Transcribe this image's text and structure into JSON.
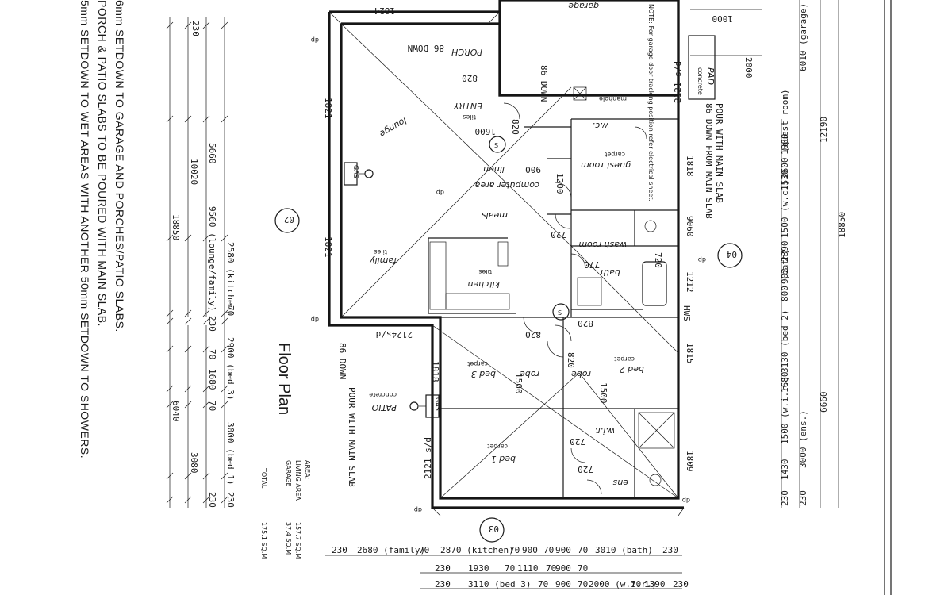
{
  "notes": [
    "6mm SETDOWN TO GARAGE AND PORCHES/PATIO SLABS.",
    "PORCH & PATIO SLABS TO BE POURED WITH MAIN SLAB.",
    "5mm SETDOWN TO WET AREAS WITH ANOTHER 50mm SETDOWN TO SHOWERS."
  ],
  "title": "Floor Plan",
  "area": {
    "heading": "AREA:",
    "living_label": "LIVING AREA",
    "living_value": "157.7 SQ.M",
    "garage_label": "GARAGE",
    "garage_value": "37.4 SQ.M",
    "total_label": "TOTAL",
    "total_value": "175.1 SQ.M"
  },
  "rooms": {
    "family": "family",
    "lounge": "lounge",
    "entry": "ENTRY",
    "porch": "PORCH",
    "meals": "meals",
    "kitchen": "kitchen",
    "computer_area": "computer area",
    "linen": "linen",
    "guest_room": "guest room",
    "wash_room": "wash room",
    "bath": "bath",
    "bed2": "bed 2",
    "bed3": "bed 3",
    "bed1": "bed 1",
    "wir": "w.i.r.",
    "ens": "ens",
    "robe": "robe",
    "patio": "PATIO",
    "pad": "PAD",
    "wc": "w.c.",
    "garage": "garage",
    "tiles": "tiles",
    "carpet": "carpet",
    "concrete": "concrete"
  },
  "labels": {
    "gas_top": "GAS",
    "gas_bottom": "GAS",
    "hws": "HWS",
    "down_86_a": "86 DOWN",
    "down_86_b": "86 DOWN",
    "down_86_c": "86 DOWN",
    "pour_main_1": "POUR WITH MAIN SLAB",
    "pour_main_2": "86 DOWN FROM MAIN SLAB",
    "pour_main_3": "POUR WITH MAIN SLAB",
    "slab_2121": "2121 s/d",
    "slab_2124": "2124s/d",
    "slab_2121b": "2121 s/d",
    "note_garage": "NOTE: For garage door tracking position refer electrical sheet.",
    "manhole": "manhole",
    "dp": "dp",
    "section_02": "02",
    "section_03": "03",
    "section_04": "04"
  },
  "dims_left": [
    "230",
    "5660",
    "9560 (lounge/family)",
    "10020",
    "18850",
    "2580 (kitchen)",
    "70",
    "230",
    "2900 (bed 3)",
    "70",
    "1680",
    "70",
    "6040",
    "3000 (bed 1)",
    "3080",
    "230",
    "230"
  ],
  "dims_right": [
    "1000",
    "2000",
    "6010 (garage)",
    "12190",
    "2600 (guest room)",
    "70",
    "1000",
    "70",
    "1530",
    "70",
    "1500 (w.c.)",
    "2390",
    "800 (bath)",
    "70",
    "902",
    "18850",
    "3130 (bed 2)",
    "70",
    "1680",
    "70",
    "6660",
    "1500 (w.i.r.)",
    "3000 (ens.)",
    "70",
    "1430",
    "230",
    "230"
  ],
  "dims_bottom_row1": [
    "230",
    "2680 (family)",
    "70",
    "2870 (kitchen)",
    "70",
    "900",
    "70",
    "900",
    "70",
    "3010 (bath)",
    "230"
  ],
  "dims_bottom_row2": [
    "230",
    "1930",
    "70",
    "1110",
    "70",
    "900",
    "70"
  ],
  "dims_bottom_row3": [
    "230",
    "3110 (bed 3)",
    "70",
    "900",
    "70",
    "2000 (w.i.r.)",
    "70",
    "1390",
    "230"
  ],
  "door_widths": [
    "820",
    "820",
    "820",
    "820",
    "820",
    "720",
    "720",
    "720",
    "720",
    "720",
    "770",
    "820",
    "820"
  ],
  "inner_dims": [
    "1821",
    "1821",
    "1818",
    "1818",
    "1815",
    "1809",
    "1212",
    "9060",
    "1200",
    "1600",
    "900",
    "1500",
    "1500",
    "1824",
    "1000",
    "2000"
  ]
}
